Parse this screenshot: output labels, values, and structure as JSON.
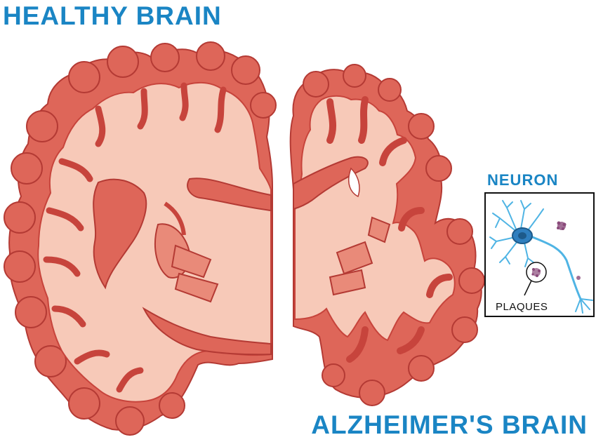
{
  "labels": {
    "healthy": "HEALTHY BRAIN",
    "alzheimers": "ALZHEIMER'S BRAIN",
    "neuron": "NEURON",
    "plaques": "PLAQUES"
  },
  "colors": {
    "title_blue": "#1a85c4",
    "tissue_outer": "#de6659",
    "tissue_dark": "#c7443c",
    "white_matter": "#f7c9b8",
    "neuron_blue": "#4fb4e4",
    "neuron_nucleus": "#1d5a8a",
    "plaque": "#8a4a7a"
  },
  "icons": [
    "healthy-brain-half",
    "alzheimers-brain-half",
    "neuron-icon",
    "plaque-icon",
    "magnifier-circle-icon"
  ]
}
